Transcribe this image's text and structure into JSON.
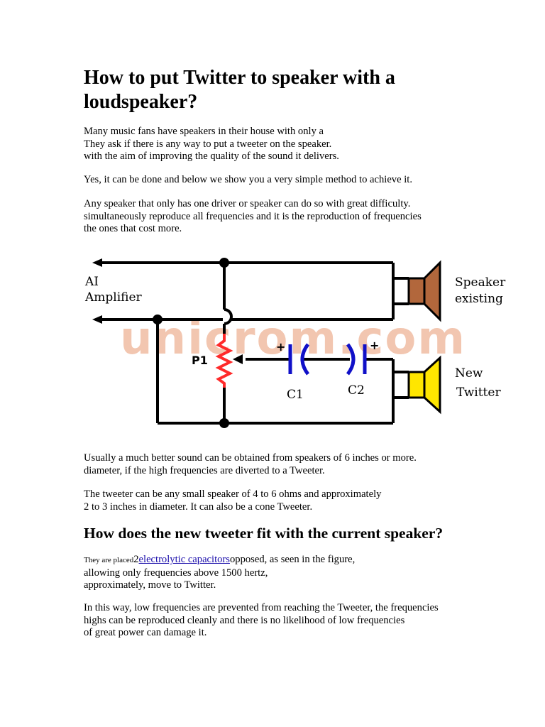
{
  "title": "How to put Twitter to speaker with a loudspeaker?",
  "paragraphs": {
    "p1": [
      "Many music fans have speakers in their house with only a",
      "They ask if there is any way to put a tweeter on the speaker.",
      "with the aim of improving the quality of the sound it delivers."
    ],
    "p2": [
      "Yes, it can be done and below we show you a very simple method to achieve it."
    ],
    "p3": [
      "Any speaker that only has one driver or speaker can do so with great difficulty.",
      "simultaneously reproduce all frequencies and it is the reproduction of frequencies",
      "the ones that cost more."
    ],
    "p4": [
      "Usually a much better sound can be obtained from speakers of 6 inches or more.",
      "diameter, if the high frequencies are diverted to a Tweeter."
    ],
    "p5": [
      "The tweeter can be any small speaker of 4 to 6 ohms and approximately",
      "2 to 3 inches in diameter. It can also be a cone Tweeter."
    ],
    "p6": {
      "lead_small": "They are placed",
      "number": "2",
      "link_text": "electrolytic capacitors",
      "rest_first_line": "opposed, as seen in the figure,",
      "lines": [
        "allowing only frequencies above 1500 hertz,",
        "approximately, move to Twitter."
      ]
    },
    "p7": [
      "In this way, low frequencies are prevented from reaching the Tweeter, the frequencies",
      "highs can be reproduced cleanly and there is no likelihood of low frequencies",
      "of great power can damage it."
    ]
  },
  "subtitle": "How does the new tweeter fit with the current speaker?",
  "diagram": {
    "label_ai": "AI",
    "label_amplifier": "Amplifier",
    "label_speaker": "Speaker",
    "label_existing": "existing",
    "label_new": "New",
    "label_twitter": "Twitter",
    "label_p1": "P1",
    "label_c1": "C1",
    "label_c2": "C2",
    "plus": "+",
    "watermark": "unicrom.com",
    "colors": {
      "wire": "#000000",
      "resistor": "#ff2a2a",
      "capacitor": "#1010c8",
      "speaker_existing": "#b2673c",
      "speaker_new": "#ffe600",
      "watermark": "#f2c6b0"
    }
  }
}
